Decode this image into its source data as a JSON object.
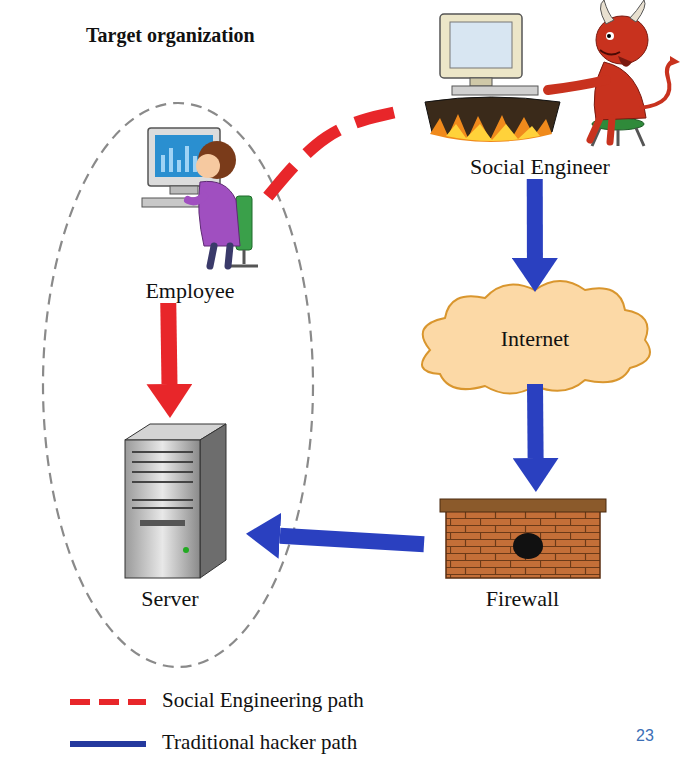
{
  "diagram": {
    "title": "Target organization",
    "nodes": [
      {
        "text": [
          "Social Engineer"
        ]
      },
      {
        "text": [
          "Employee"
        ]
      },
      {
        "text": [
          "Internet"
        ]
      },
      {
        "text": [
          "Server"
        ]
      },
      {
        "text": [
          "Firewall"
        ]
      }
    ],
    "edges": [
      {
        "from": 0,
        "to": 1,
        "arrow": "none"
      },
      {
        "from": 1,
        "to": 3,
        "arrow": "to"
      },
      {
        "from": 0,
        "to": 2,
        "arrow": "to"
      },
      {
        "from": 2,
        "to": 4,
        "arrow": "to"
      },
      {
        "from": 4,
        "to": 3,
        "arrow": "to"
      }
    ],
    "labels": [
      "23"
    ],
    "legend": [
      {
        "text": "Social Engineering path"
      },
      {
        "text": "Traditional hacker path"
      }
    ]
  }
}
